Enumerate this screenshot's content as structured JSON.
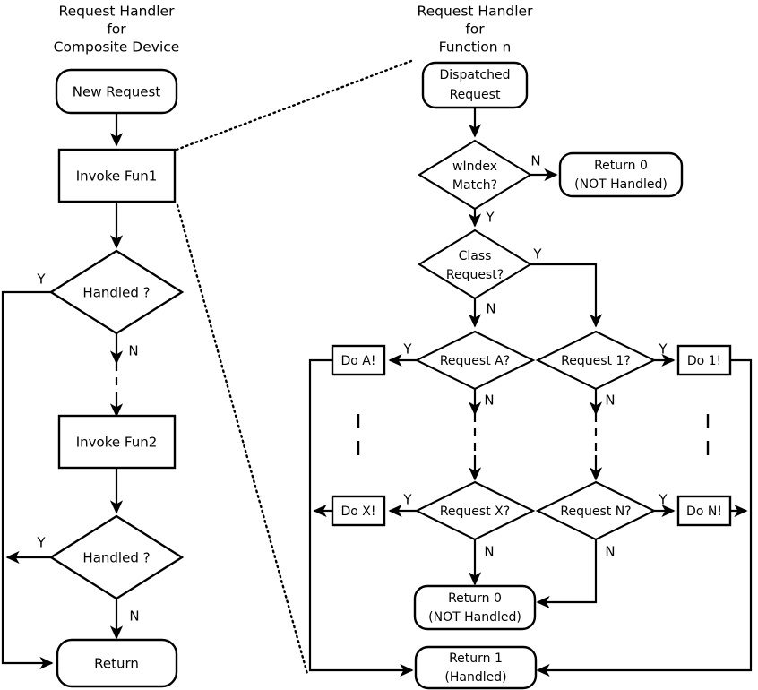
{
  "diagram": {
    "type": "flowchart",
    "titles": {
      "left": [
        "Request Handler",
        "for",
        "Composite Device"
      ],
      "right": [
        "Request Handler",
        "for",
        "Function n"
      ]
    },
    "left_flow": {
      "nodes": [
        {
          "id": "new-request",
          "shape": "rounded",
          "lines": [
            "New Request"
          ]
        },
        {
          "id": "invoke-fun1",
          "shape": "rect",
          "lines": [
            "Invoke Fun1"
          ]
        },
        {
          "id": "handled-1",
          "shape": "diamond",
          "lines": [
            "Handled ?"
          ]
        },
        {
          "id": "invoke-fun2",
          "shape": "rect",
          "lines": [
            "Invoke Fun2"
          ]
        },
        {
          "id": "handled-2",
          "shape": "diamond",
          "lines": [
            "Handled ?"
          ]
        },
        {
          "id": "return",
          "shape": "rounded",
          "lines": [
            "Return"
          ]
        }
      ],
      "edge_labels": {
        "handled1_yes": "Y",
        "handled1_no": "N",
        "handled2_yes": "Y",
        "handled2_no": "N"
      }
    },
    "right_flow": {
      "nodes": [
        {
          "id": "dispatched-request",
          "shape": "rounded",
          "lines": [
            "Dispatched",
            "Request"
          ]
        },
        {
          "id": "windex-match",
          "shape": "diamond",
          "lines": [
            "wIndex",
            "Match?"
          ]
        },
        {
          "id": "return0-top",
          "shape": "rounded",
          "lines": [
            "Return 0",
            "(NOT Handled)"
          ]
        },
        {
          "id": "class-request",
          "shape": "diamond",
          "lines": [
            "Class",
            "Request?"
          ]
        },
        {
          "id": "request-a",
          "shape": "diamond",
          "lines": [
            "Request A?"
          ]
        },
        {
          "id": "request-1",
          "shape": "diamond",
          "lines": [
            "Request 1?"
          ]
        },
        {
          "id": "do-a",
          "shape": "rect",
          "lines": [
            "Do A!"
          ]
        },
        {
          "id": "do-1",
          "shape": "rect",
          "lines": [
            "Do 1!"
          ]
        },
        {
          "id": "request-x",
          "shape": "diamond",
          "lines": [
            "Request X?"
          ]
        },
        {
          "id": "request-n",
          "shape": "diamond",
          "lines": [
            "Request N?"
          ]
        },
        {
          "id": "do-x",
          "shape": "rect",
          "lines": [
            "Do X!"
          ]
        },
        {
          "id": "do-n",
          "shape": "rect",
          "lines": [
            "Do N!"
          ]
        },
        {
          "id": "return0-bottom",
          "shape": "rounded",
          "lines": [
            "Return 0",
            "(NOT Handled)"
          ]
        },
        {
          "id": "return1",
          "shape": "rounded",
          "lines": [
            "Return 1",
            "(Handled)"
          ]
        }
      ],
      "edge_labels": {
        "windex_no": "N",
        "windex_yes": "Y",
        "class_yes": "Y",
        "class_no": "N",
        "request_a_yes": "Y",
        "request_a_no": "N",
        "request_1_yes": "Y",
        "request_1_no": "N",
        "request_x_yes": "Y",
        "request_x_no": "N",
        "request_n_yes": "Y",
        "request_n_no": "N"
      }
    },
    "colors": {
      "stroke": "#000000",
      "fill": "#ffffff",
      "text": "#000000"
    }
  }
}
